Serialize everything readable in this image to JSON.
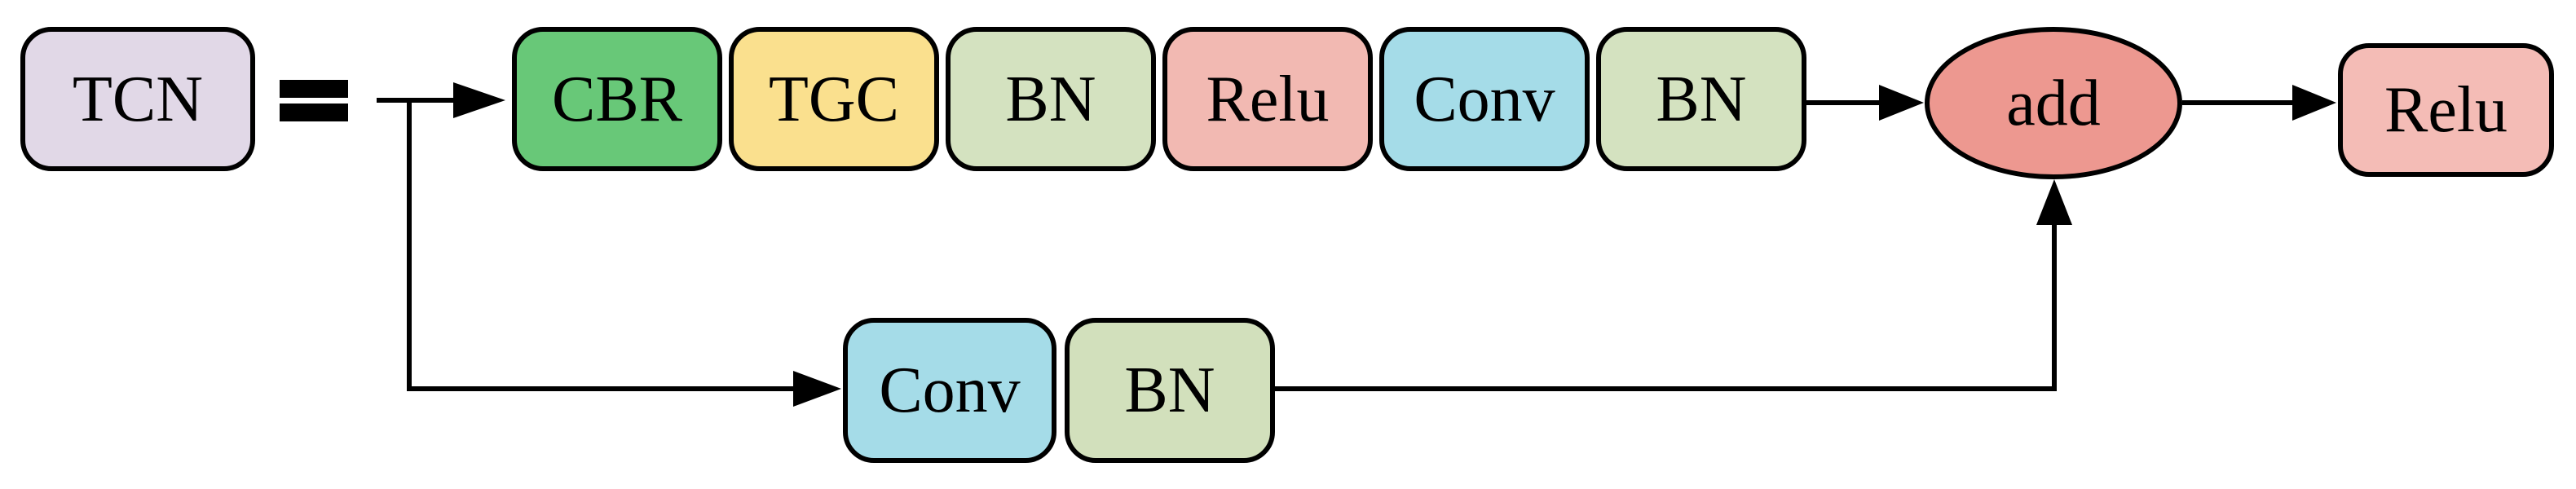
{
  "diagram": {
    "kind": "TCN residual block architecture",
    "equals_sign": "=",
    "title_node": {
      "label": "TCN",
      "fill": "#E1D8E7"
    },
    "main_path": [
      {
        "label": "CBR",
        "fill": "#68C878"
      },
      {
        "label": "TGC",
        "fill": "#FAE08E"
      },
      {
        "label": "BN",
        "fill": "#D4E2C0"
      },
      {
        "label": "Relu",
        "fill": "#F2B9B2"
      },
      {
        "label": "Conv",
        "fill": "#A5DCE8"
      },
      {
        "label": "BN",
        "fill": "#D4E2C0"
      }
    ],
    "merge_node": {
      "label": "add",
      "fill": "#ED9890",
      "shape": "ellipse"
    },
    "output_node": {
      "label": "Relu",
      "fill": "#F4BCB6"
    },
    "shortcut_path": [
      {
        "label": "Conv",
        "fill": "#A5DCE8"
      },
      {
        "label": "BN",
        "fill": "#D2E0BC"
      }
    ],
    "colors": {
      "stroke": "#000000",
      "background": "#FFFFFF"
    }
  }
}
